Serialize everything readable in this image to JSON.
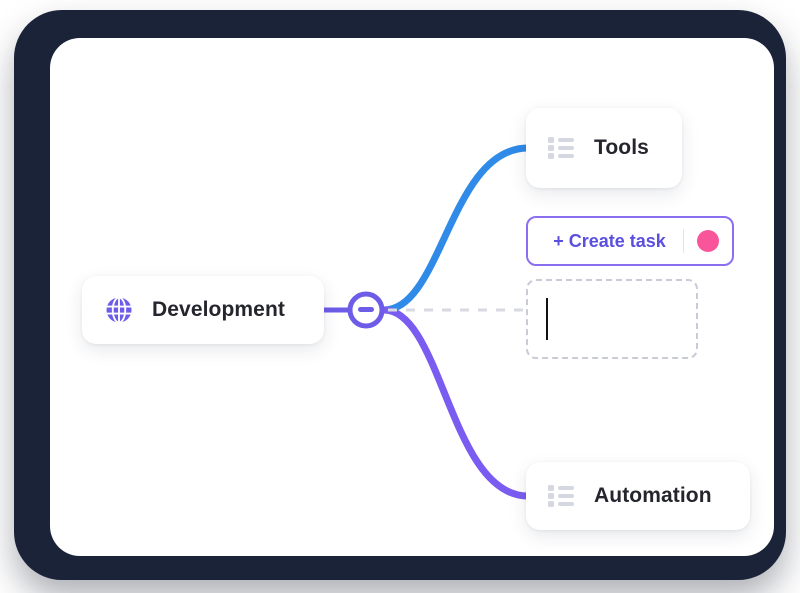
{
  "app": {
    "title": "Mind Map Node Editor",
    "canvas_background": "#ffffff",
    "frame_color": "#1b2338"
  },
  "mindmap": {
    "root": {
      "label": "Development",
      "icon": "globe-icon",
      "icon_color": "#6c5ce7",
      "expanded": true
    },
    "collapse_toggle": {
      "state": "expanded",
      "symbol": "−",
      "color": "#6c5ce7"
    },
    "children": [
      {
        "label": "Tools",
        "icon": "list-icon",
        "icon_color": "#d5d8e0",
        "branch_color": "#2f8ae8"
      },
      {
        "label": "Automation",
        "icon": "list-icon",
        "icon_color": "#d5d8e0",
        "branch_color": "#7b5cf0"
      }
    ]
  },
  "create_task_button": {
    "label": "+ Create task",
    "text_color": "#5b4fe0",
    "border_color": "#8b6ff0",
    "dot_color": "#f9559a"
  },
  "new_node_input": {
    "value": "",
    "placeholder": "",
    "border_style": "dashed",
    "border_color": "#c9cbd6",
    "caret_visible": true
  },
  "connectors": {
    "dashed_line_color": "#d8dae2",
    "root_stub_color": "#6c5ce7"
  }
}
